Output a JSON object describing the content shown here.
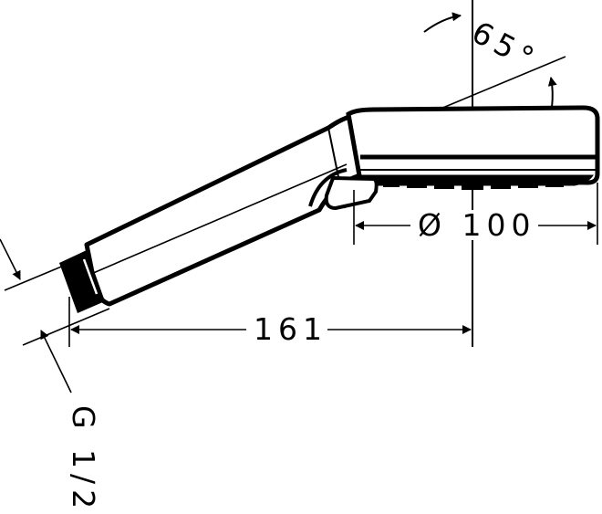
{
  "drawing": {
    "subject": "hand shower",
    "line_color": "#000000",
    "background_color": "#ffffff",
    "dimensions": {
      "angle": {
        "label": "65°",
        "value": 65,
        "unit": "deg"
      },
      "head_diameter": {
        "label": "Ø 100",
        "value": 100,
        "unit": "mm"
      },
      "length": {
        "label": "161",
        "value": 161,
        "unit": "mm"
      },
      "connection": {
        "label": "G 1/2",
        "thread": "G 1/2"
      }
    }
  }
}
